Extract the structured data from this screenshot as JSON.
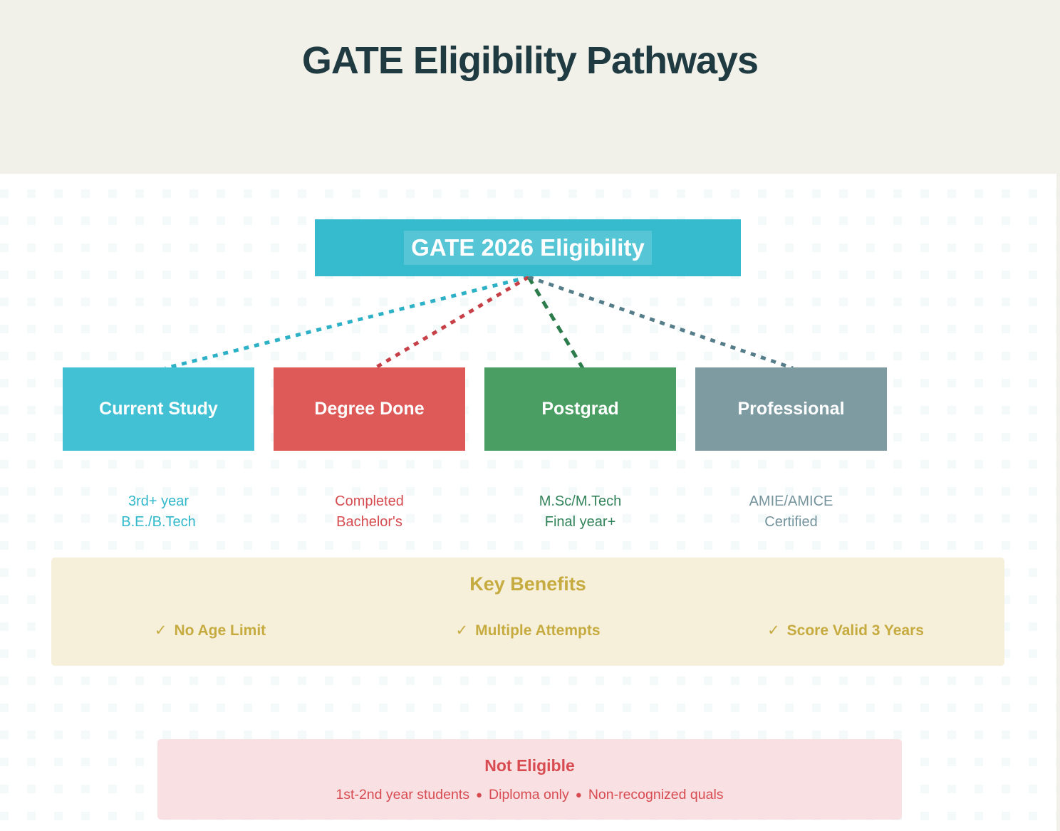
{
  "page": {
    "title": "GATE Eligibility Pathways"
  },
  "diagram": {
    "root": {
      "label": "GATE 2026 Eligibility",
      "color": "#36bacd"
    },
    "branches": [
      {
        "label": "Current Study",
        "sublabel_line1": "3rd+ year",
        "sublabel_line2": "B.E./B.Tech",
        "color": "#41c1d3",
        "line_color": "#2cb1c7",
        "text_color": "#31b8cb"
      },
      {
        "label": "Degree Done",
        "sublabel_line1": "Completed",
        "sublabel_line2": "Bachelor's",
        "color": "#de5a59",
        "line_color": "#c73f47",
        "text_color": "#d64c50"
      },
      {
        "label": "Postgrad",
        "sublabel_line1": "M.Sc/M.Tech",
        "sublabel_line2": "Final year+",
        "color": "#4a9e63",
        "line_color": "#2c7c4c",
        "text_color": "#33835a"
      },
      {
        "label": "Professional",
        "sublabel_line1": "AMIE/AMICE",
        "sublabel_line2": "Certified",
        "color": "#7e9ba2",
        "line_color": "#567e8a",
        "text_color": "#74939c"
      }
    ]
  },
  "benefits": {
    "title": "Key Benefits",
    "items": [
      {
        "check": "✓",
        "label": "No Age Limit"
      },
      {
        "check": "✓",
        "label": "Multiple Attempts"
      },
      {
        "check": "✓",
        "label": "Score Valid 3 Years"
      }
    ]
  },
  "not_eligible": {
    "title": "Not Eligible",
    "separator": "●",
    "items": [
      "1st-2nd year students",
      "Diploma only",
      "Non-recognized quals"
    ]
  },
  "colors": {
    "page_background": "#f1f0e9",
    "content_background": "#ffffff",
    "title_color": "#1f3b41",
    "benefits_background": "#f6f0da",
    "benefits_text": "#c6ab40",
    "not_eligible_background": "#f8e0e3",
    "not_eligible_text": "#d84b51"
  }
}
